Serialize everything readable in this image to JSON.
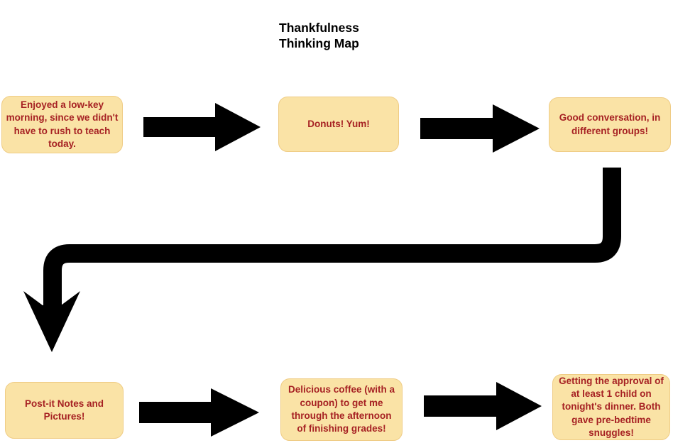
{
  "title": {
    "line1": "Thankfulness",
    "line2": "Thinking Map"
  },
  "colors": {
    "background": "#FFFFFF",
    "node_fill": "#FAE3A6",
    "node_border": "#EFCC85",
    "node_text": "#A62123",
    "arrow": "#000000",
    "title_text": "#000000"
  },
  "nodes": [
    {
      "id": "node-1",
      "row": "top",
      "text": "Enjoyed a low-key\nmorning, since we didn't\nhave to rush to teach\ntoday."
    },
    {
      "id": "node-2",
      "row": "top",
      "text": "Donuts! Yum!"
    },
    {
      "id": "node-3",
      "row": "top",
      "text": "Good conversation, in\ndifferent groups!"
    },
    {
      "id": "node-4",
      "row": "bottom",
      "text": "Post-it Notes and\nPictures!"
    },
    {
      "id": "node-5",
      "row": "bottom",
      "text": "Delicious coffee (with a\ncoupon) to get me\nthrough the afternoon\nof finishing grades!"
    },
    {
      "id": "node-6",
      "row": "bottom",
      "text": "Getting the approval of\nat least 1 child on\ntonight's dinner. Both\ngave pre-bedtime\nsnuggles!"
    }
  ],
  "connectors": [
    {
      "from": "node-1",
      "to": "node-2",
      "type": "block-arrow-right"
    },
    {
      "from": "node-2",
      "to": "node-3",
      "type": "block-arrow-right"
    },
    {
      "from": "node-3",
      "to": "node-4",
      "type": "elbow-arrow-down"
    },
    {
      "from": "node-4",
      "to": "node-5",
      "type": "block-arrow-right"
    },
    {
      "from": "node-5",
      "to": "node-6",
      "type": "block-arrow-right"
    }
  ]
}
